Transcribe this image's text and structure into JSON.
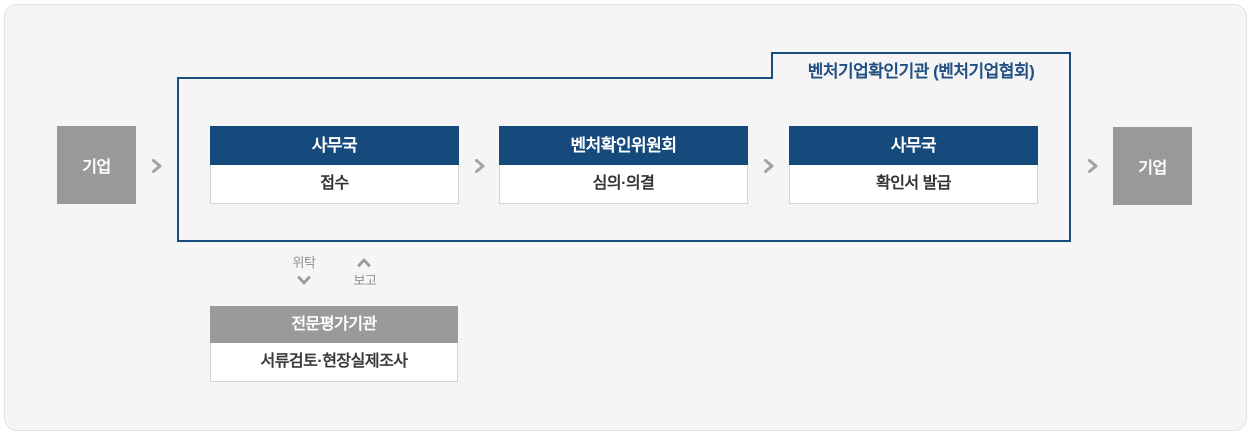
{
  "flow": {
    "left_company": {
      "label": "기업"
    },
    "right_company": {
      "label": "기업"
    },
    "authority": {
      "label": "벤처기업확인기관 (벤처기업협회)",
      "steps": [
        {
          "org": "사무국",
          "action": "접수"
        },
        {
          "org": "벤처확인위원회",
          "action": "심의·의결"
        },
        {
          "org": "사무국",
          "action": "확인서 발급"
        }
      ]
    },
    "delegation": {
      "delegate_label": "위탁",
      "report_label": "보고"
    },
    "evaluator": {
      "org": "전문평가기관",
      "action": "서류검토·현장실제조사"
    }
  },
  "icons": {
    "flow_arrows": "chevron-right-icon",
    "delegate_arrow": "chevron-down-icon",
    "report_arrow": "chevron-up-icon"
  },
  "colors": {
    "panel_background": "#f5f5f6",
    "panel_border": "#e2e2e4",
    "navy_header": "#164a7d",
    "navy_outline": "#1b4c7e",
    "tab_label_text": "#235082",
    "company_box_gray": "#999999",
    "evaluator_header_gray": "#9a9a9a",
    "body_text": "#333333",
    "arrow_gray": "#a3a3a7",
    "delegation_text_gray": "#8f8f8f",
    "box_border": "#d4d4d6"
  }
}
